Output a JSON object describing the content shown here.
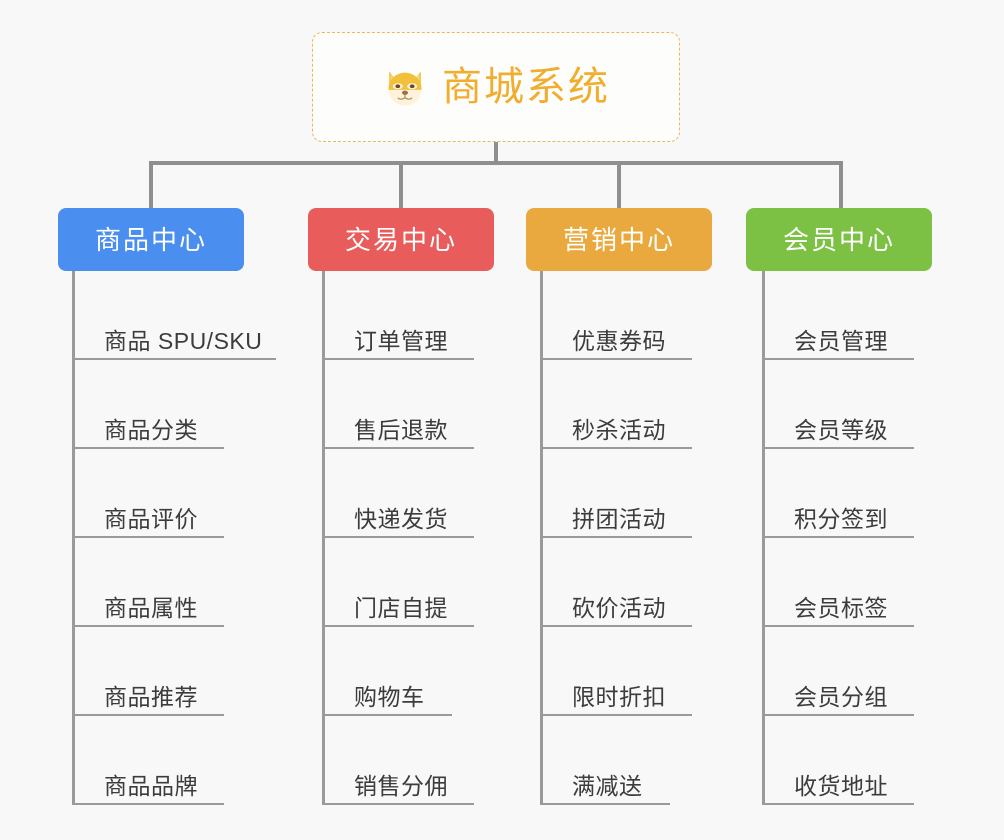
{
  "page": {
    "background_color": "#f8f8f8",
    "title": "商城系统"
  },
  "root": {
    "label": "商城系统",
    "icon": "shiba-dog-emoji",
    "text_color": "#f0ad2e",
    "border_color": "#e8b860",
    "border_style": "dashed"
  },
  "connector": {
    "color": "#8f8f8f"
  },
  "categories": [
    {
      "label": "商品中心",
      "color": "#4a8ef0",
      "text_color": "#ffffff",
      "items": [
        "商品 SPU/SKU",
        "商品分类",
        "商品评价",
        "商品属性",
        "商品推荐",
        "商品品牌"
      ]
    },
    {
      "label": "交易中心",
      "color": "#e85c5c",
      "text_color": "#ffffff",
      "items": [
        "订单管理",
        "售后退款",
        "快递发货",
        "门店自提",
        "购物车",
        "销售分佣"
      ]
    },
    {
      "label": "营销中心",
      "color": "#eaa93f",
      "text_color": "#ffffff",
      "items": [
        "优惠券码",
        "秒杀活动",
        "拼团活动",
        "砍价活动",
        "限时折扣",
        "满减送"
      ]
    },
    {
      "label": "会员中心",
      "color": "#7cc144",
      "text_color": "#ffffff",
      "items": [
        "会员管理",
        "会员等级",
        "积分签到",
        "会员标签",
        "会员分组",
        "收货地址"
      ]
    }
  ]
}
